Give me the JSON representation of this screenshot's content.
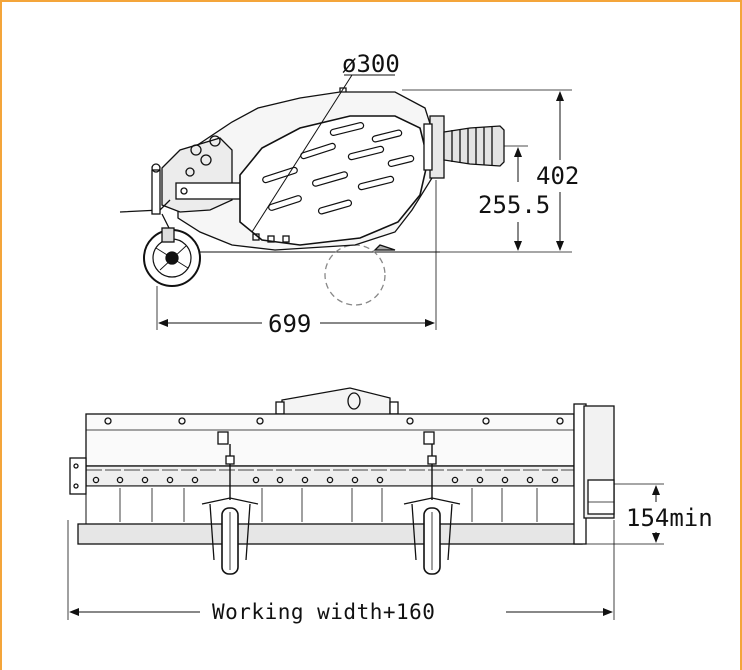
{
  "colors": {
    "frame": "#F4A53A",
    "line": "#111111",
    "hidden": "#888888",
    "fill_light": "#f2f2f2",
    "fill_mid": "#d9d9d9"
  },
  "side_view": {
    "diameter_label": "ø300",
    "height_label": "402",
    "pto_height_label": "255.5",
    "depth_label": "699"
  },
  "front_view": {
    "min_label": "154min",
    "width_label": "Working width+160"
  }
}
